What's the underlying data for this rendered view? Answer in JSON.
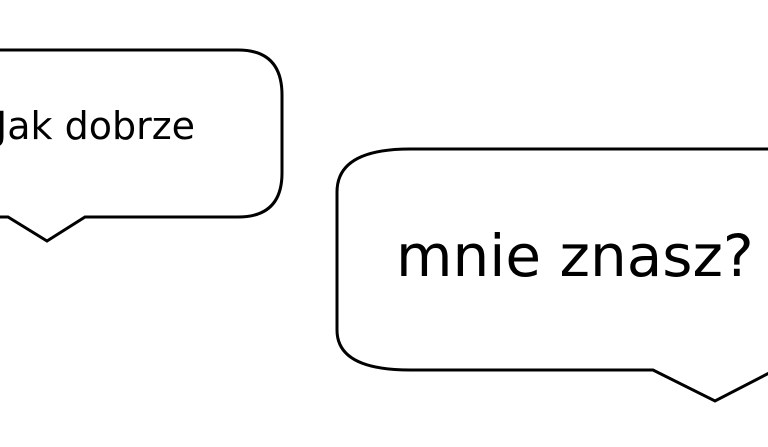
{
  "bubbles": [
    {
      "id": "bubble-1",
      "text": "Jak dobrze"
    },
    {
      "id": "bubble-2",
      "text": "mnie znasz?"
    }
  ],
  "colors": {
    "stroke": "#000000",
    "fill": "#ffffff",
    "text": "#000000"
  }
}
